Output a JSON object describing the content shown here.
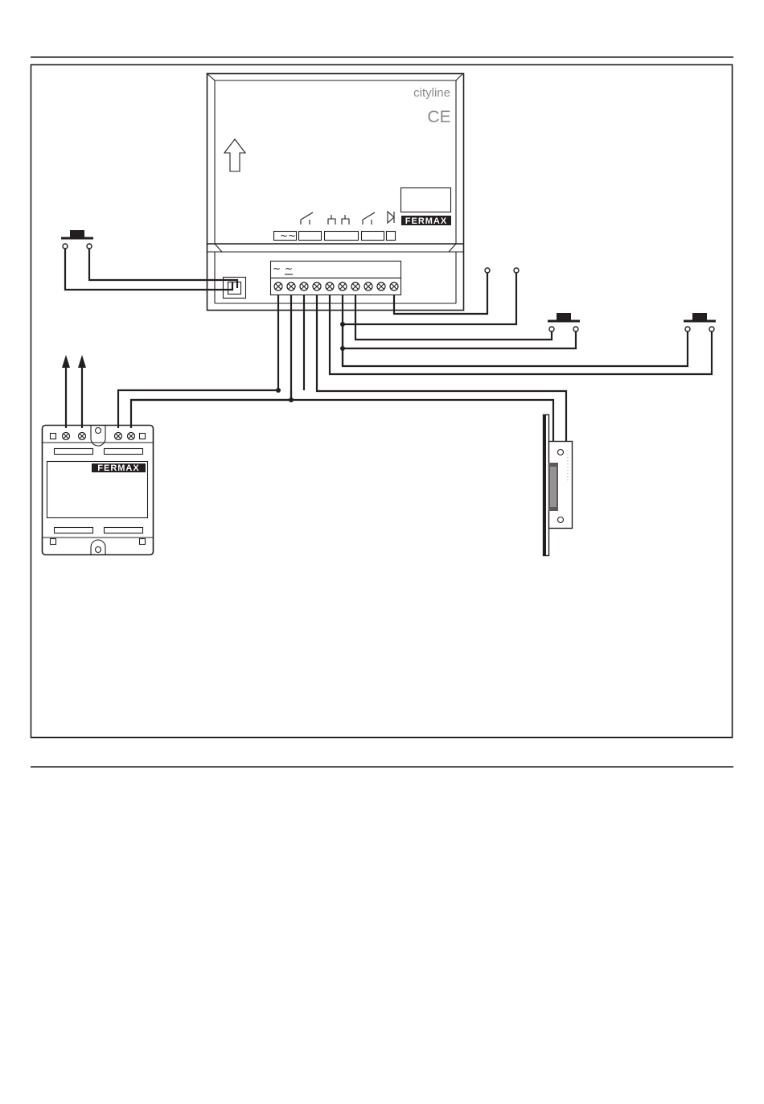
{
  "unit": {
    "model": "cityline",
    "ce_mark": "CE",
    "brand": "FERMAX",
    "terminal_symbols": [
      "~",
      "~"
    ],
    "terminal_count": 10
  },
  "power_supply": {
    "brand": "FERMAX"
  }
}
